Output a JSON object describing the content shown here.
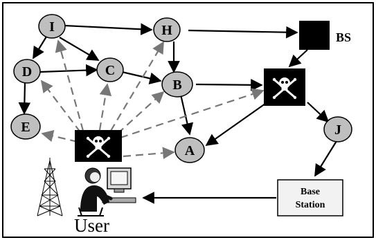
{
  "nodes": {
    "I": "I",
    "H": "H",
    "D": "D",
    "C": "C",
    "B": "B",
    "E": "E",
    "A": "A",
    "J": "J"
  },
  "labels": {
    "bs": "BS",
    "base_station_line1": "Base",
    "base_station_line2": "Station",
    "user": "User"
  },
  "icons": [
    "skull-crossbones-icon",
    "tower-icon",
    "user-computer-icon"
  ],
  "colors": {
    "node_fill": "#bfbfbf",
    "solid_edge": "#000000",
    "dashed_edge": "#777777",
    "attacker_box": "#000000",
    "base_station_fill": "#f2f2f2"
  }
}
